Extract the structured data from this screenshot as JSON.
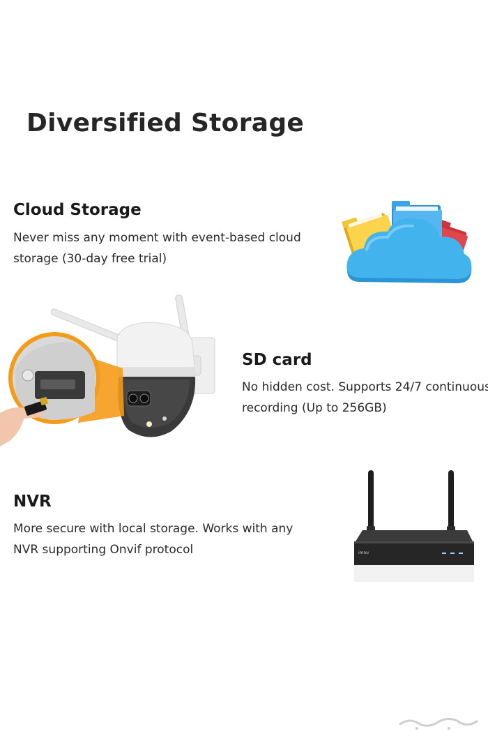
{
  "title": "Diversified Storage",
  "sections": [
    {
      "heading": "Cloud Storage",
      "lines": [
        "Never miss any moment with event-based cloud",
        "storage (30-day free trial)"
      ],
      "icon": "cloud-folders-icon"
    },
    {
      "heading": "SD card",
      "lines": [
        "No hidden cost. Supports 24/7 continuous",
        "recording (Up to 256GB)"
      ],
      "icon": "ptz-camera-sd-card-illustration"
    },
    {
      "heading": "NVR",
      "lines": [
        "More secure with local storage. Works with any",
        "NVR supporting Onvif protocol"
      ],
      "icon": "nvr-recorder-illustration"
    }
  ],
  "nvr_brand": "imou",
  "colors": {
    "cloud": "#43b3ee",
    "folder_yellow": "#f5c531",
    "folder_blue": "#3ca4e6",
    "folder_red": "#e0474c",
    "accent_orange": "#f49b1a",
    "text": "#1f1f1f"
  }
}
